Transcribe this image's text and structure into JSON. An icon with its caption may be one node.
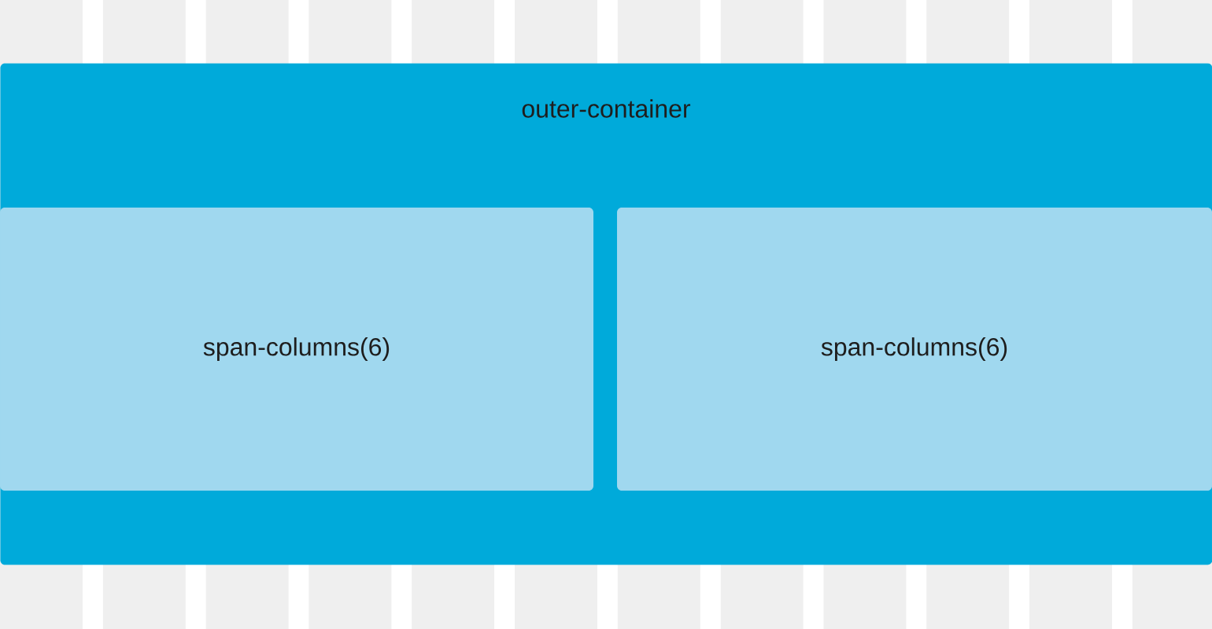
{
  "diagram": {
    "nodes": [
      {
        "text": [
          "outer-container"
        ]
      },
      {
        "text": [
          "span-columns(6)"
        ],
        "in": 0
      },
      {
        "text": [
          "span-columns(6)"
        ],
        "in": 0
      }
    ]
  }
}
